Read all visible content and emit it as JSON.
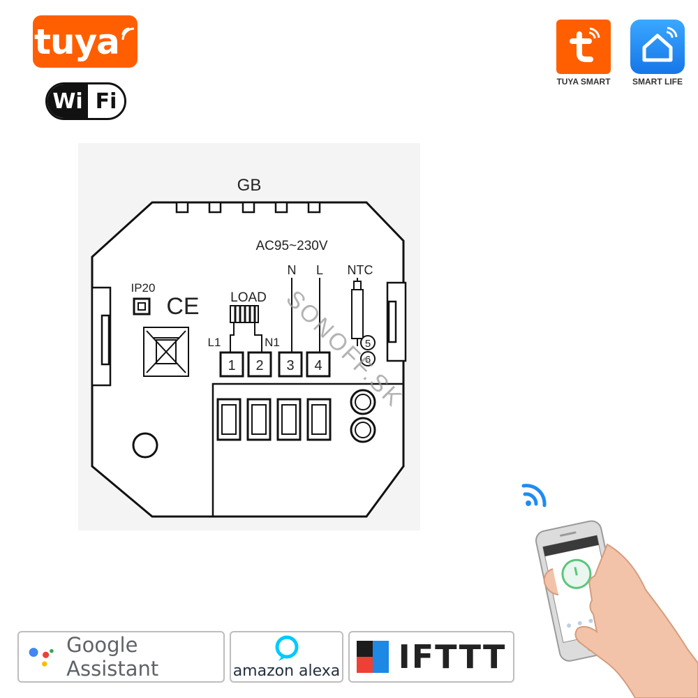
{
  "brand": {
    "logo_text": "tuya",
    "wifi_left": "Wi",
    "wifi_right": "Fi",
    "color_accent": "#ff5f00"
  },
  "apps": [
    {
      "label": "TUYA SMART",
      "icon": "tuya-smart-app-icon",
      "color": "#ff5f00",
      "letter": "t"
    },
    {
      "label": "SMART LIFE",
      "icon": "smart-life-app-icon",
      "color": "#1e8cf0"
    }
  ],
  "diagram": {
    "top_label": "GB",
    "voltage": "AC95~230V",
    "labels": {
      "n": "N",
      "l": "L",
      "ntc": "NTC",
      "ip": "IP20",
      "ce": "CE",
      "load": "LOAD",
      "l1": "L1",
      "n1": "N1"
    },
    "terminals": [
      "1",
      "2",
      "3",
      "4"
    ],
    "ntc_terminals": [
      "5",
      "6"
    ],
    "watermark": "SONOFF.SK"
  },
  "badges": {
    "google": "Google Assistant",
    "alexa": "amazon alexa",
    "ifttt": "IFTTT"
  }
}
